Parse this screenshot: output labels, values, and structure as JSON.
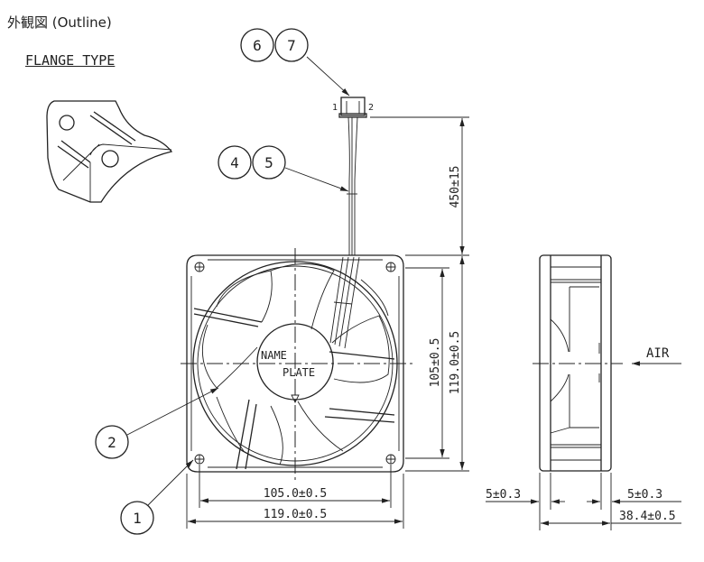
{
  "title": "外観図 (Outline)",
  "subtitle": "FLANGE TYPE",
  "balloons": {
    "b1": "1",
    "b2": "2",
    "b4": "4",
    "b5": "5",
    "b6": "6",
    "b7": "7"
  },
  "connector_pins": {
    "pin1": "1",
    "pin2": "2"
  },
  "nameplate": {
    "line1": "NAME",
    "line2": "PLATE"
  },
  "dimensions": {
    "lead_length": "450±15",
    "hole_pitch_vertical": "105±0.5",
    "frame_height": "119.0±0.5",
    "hole_pitch_horizontal": "105.0±0.5",
    "frame_width": "119.0±0.5",
    "flange_left": "5±0.3",
    "flange_right": "5±0.3",
    "depth": "38.4±0.5"
  },
  "airflow_label": "AIR"
}
